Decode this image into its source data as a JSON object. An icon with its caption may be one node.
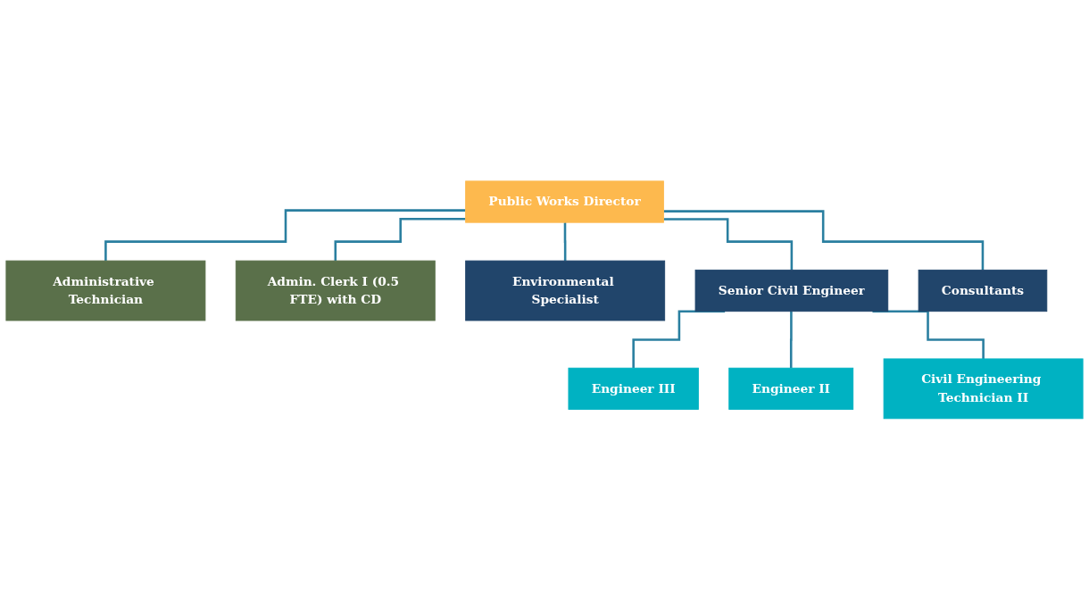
{
  "diagram": {
    "nodes": [
      {
        "text": [
          "Public Works Director"
        ]
      },
      {
        "text": [
          "Administrative Technician"
        ]
      },
      {
        "text": [
          "Admin. Clerk I (0.5 FTE) with CD"
        ]
      },
      {
        "text": [
          "Environmental Specialist"
        ]
      },
      {
        "text": [
          "Senior Civil Engineer"
        ]
      },
      {
        "text": [
          "Consultants"
        ]
      },
      {
        "text": [
          "Engineer III"
        ]
      },
      {
        "text": [
          "Engineer II"
        ]
      },
      {
        "text": [
          "Civil Engineering Technician II"
        ]
      }
    ],
    "edges": [
      {
        "from": 0,
        "to": 1,
        "arrow": "none"
      },
      {
        "from": 0,
        "to": 2,
        "arrow": "none"
      },
      {
        "from": 0,
        "to": 3,
        "arrow": "none"
      },
      {
        "from": 0,
        "to": 4,
        "arrow": "none"
      },
      {
        "from": 0,
        "to": 5,
        "arrow": "none"
      },
      {
        "from": 4,
        "to": 6,
        "arrow": "none"
      },
      {
        "from": 4,
        "to": 7,
        "arrow": "none"
      },
      {
        "from": 4,
        "to": 8,
        "arrow": "none"
      }
    ]
  }
}
